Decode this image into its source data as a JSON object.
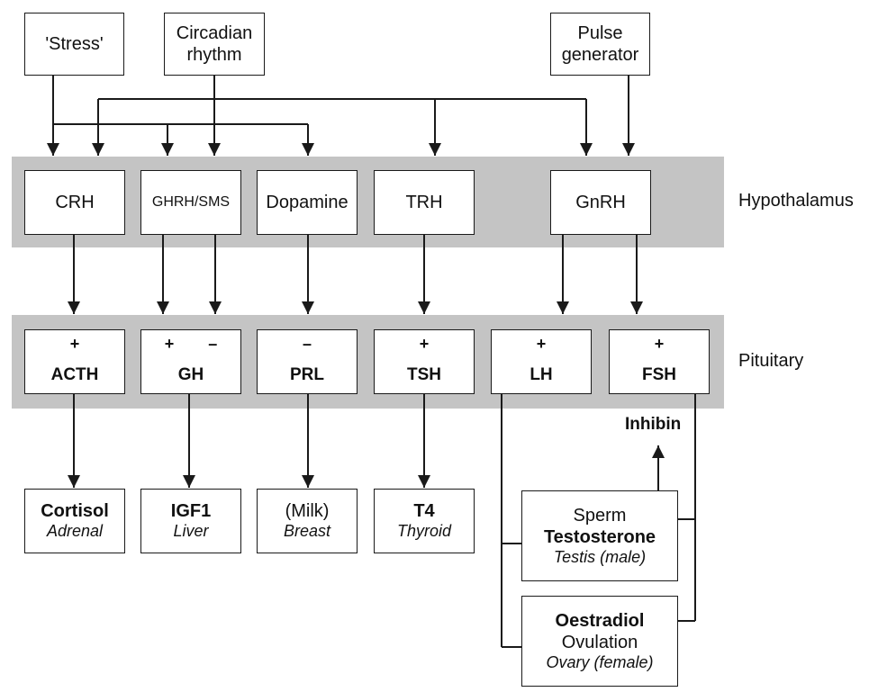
{
  "inputs": {
    "stress": "'Stress'",
    "circadian_line1": "Circadian",
    "circadian_line2": "rhythm",
    "pulse_line1": "Pulse",
    "pulse_line2": "generator"
  },
  "hypothalamus": {
    "label": "Hypothalamus",
    "crh": "CRH",
    "ghrh_sms": "GHRH/SMS",
    "dopamine": "Dopamine",
    "trh": "TRH",
    "gnrh": "GnRH"
  },
  "pituitary": {
    "label": "Pituitary",
    "acth": {
      "sign": "+",
      "name": "ACTH"
    },
    "gh": {
      "sign1": "+",
      "sign2": "–",
      "name": "GH"
    },
    "prl": {
      "sign": "–",
      "name": "PRL"
    },
    "tsh": {
      "sign": "+",
      "name": "TSH"
    },
    "lh": {
      "sign": "+",
      "name": "LH"
    },
    "fsh": {
      "sign": "+",
      "name": "FSH"
    }
  },
  "targets": {
    "cortisol": {
      "hormone": "Cortisol",
      "organ": "Adrenal"
    },
    "igf1": {
      "hormone": "IGF1",
      "organ": "Liver"
    },
    "milk": {
      "hormone": "(Milk)",
      "organ": "Breast"
    },
    "t4": {
      "hormone": "T4",
      "organ": "Thyroid"
    },
    "testis": {
      "line1": "Sperm",
      "hormone": "Testosterone",
      "organ": "Testis (male)"
    },
    "ovary": {
      "hormone": "Oestradiol",
      "line2": "Ovulation",
      "organ": "Ovary (female)"
    },
    "inhibin": "Inhibin"
  },
  "colors": {
    "band": "#c4c4c4",
    "line": "#1a1a1a"
  }
}
